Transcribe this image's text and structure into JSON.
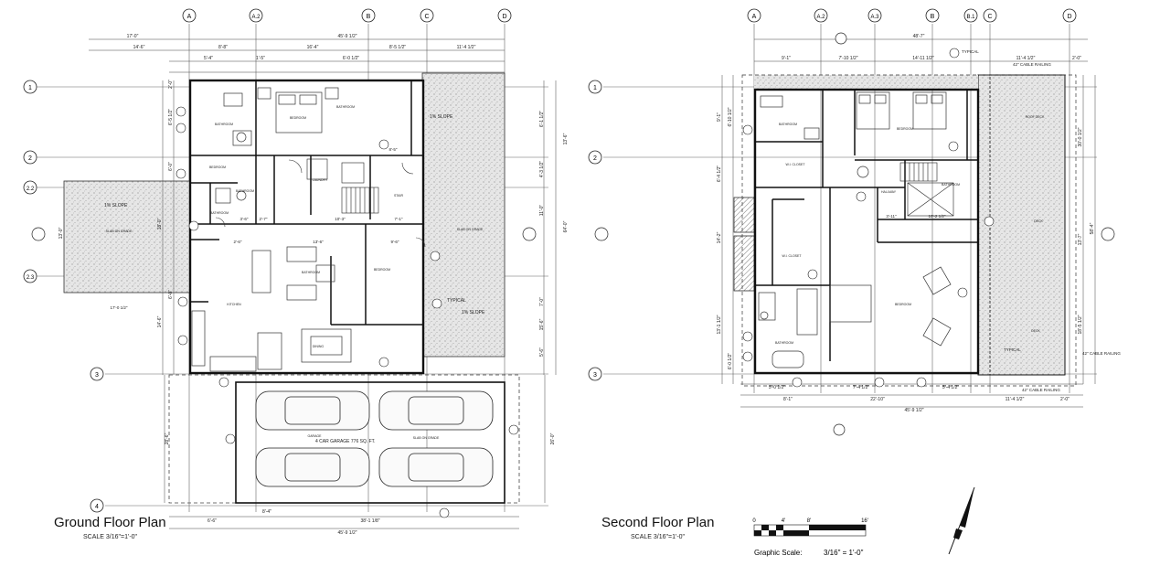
{
  "ground": {
    "title": "Ground Floor Plan",
    "scale": "SCALE 3/16\"=1'-0\"",
    "col_bubbles": [
      "A",
      "A.2",
      "B",
      "C",
      "D"
    ],
    "row_bubbles": [
      "1",
      "2",
      "2.2",
      "2.3",
      "3",
      "4"
    ],
    "dims_top": [
      "17'-0\"",
      "45'-9 1/2\"",
      "14'-6\"",
      "8'-8\"",
      "16'-4\"",
      "8'-5 1/2\"",
      "11'-4 1/2\"",
      "5'-4\"",
      "1'-5\"",
      "6'-0 1/2\""
    ],
    "dims_bottom": [
      "6'-6\"",
      "38'-1 1/8\"",
      "8'-4\"",
      "45'-9 1/2\""
    ],
    "dims_right": [
      "6'-1 1/2\"",
      "13'-6\"",
      "4'-3 1/2\"",
      "64'-0\"",
      "11'-0\"",
      "7'-0\"",
      "15'-6\"",
      "5'-6\"",
      "26'-0\""
    ],
    "dims_left": [
      "2'-0\"",
      "6'-5 1/2\"",
      "6'-0\"",
      "18'-0\"",
      "13'-0\"",
      "6'-0\"",
      "14'-6\"",
      "28'-6\""
    ],
    "slope_notes": [
      "1% SLOPE",
      "1% SLOPE",
      "1% SLOPE"
    ],
    "typical": "TYPICAL",
    "garage_note": "4 CAR GARAGE  776 SQ. FT.",
    "rooms": [
      "BATHROOM",
      "BEDROOM",
      "BATHROOM",
      "BEDROOM",
      "BATHROOM",
      "LAUNDRY",
      "STAIR",
      "BATHROOM",
      "KITCHEN",
      "BATHROOM",
      "BEDROOM",
      "DINING",
      "GARAGE",
      "SLAB ON GRADE",
      "SLAB ON GRADE",
      "SLAB ON GRADE"
    ],
    "dim_misc": [
      "13'-6\"",
      "9'-6\"",
      "2'-6\"",
      "3'-6\"",
      "2'-7\"",
      "7'-1\"",
      "10'-3\"",
      "8'-5\"",
      "17'-0 1/2\""
    ]
  },
  "second": {
    "title": "Second Floor Plan",
    "scale": "SCALE 3/16\"=1'-0\"",
    "col_bubbles": [
      "A",
      "A.2",
      "A.3",
      "B",
      "B.1",
      "C",
      "D"
    ],
    "row_bubbles": [
      "1",
      "2",
      "3"
    ],
    "dims_top": [
      "48'-7\"",
      "9'-1\"",
      "7'-10 1/2\"",
      "14'-11 1/2\"",
      "11'-4 1/2\"",
      "2'-0\""
    ],
    "dims_bottom": [
      "8'-1\"",
      "22'-10\"",
      "11'-4 1/2\"",
      "45'-9 1/2\"",
      "2'-0\"",
      "5'-0 1/2\"",
      "7'-4 1/2\"",
      "5'-4 1/2\""
    ],
    "dims_right": [
      "30'-0 1/2\"",
      "13'-7\"",
      "18'-5 1/2\"",
      "58'-4\""
    ],
    "dims_left": [
      "9'-1\"",
      "6'-10 1/2\"",
      "6'-4 1/2\"",
      "14'-2\"",
      "13'-1 1/2\"",
      "6'-0 1/2\""
    ],
    "cable_notes": [
      "42\" CABLE RAILING",
      "42\" CABLE RAILING",
      "42\" CABLE RAILING"
    ],
    "typical": [
      "TYPICAL",
      "TYPICAL"
    ],
    "rooms": [
      "BATHROOM",
      "BEDROOM",
      "W.I. CLOSET",
      "HALLWAY",
      "BATHROOM",
      "W.I. CLOSET",
      "BATHROOM",
      "BEDROOM",
      "ROOF DECK",
      "DECK",
      "DECK"
    ],
    "dim_misc": [
      "3'-11\"",
      "10'-2 1/2\""
    ]
  },
  "graphic_scale": {
    "ticks": [
      "0",
      "4'",
      "8'",
      "16'"
    ],
    "label": "Graphic Scale:",
    "value": "3/16\" = 1'-0\""
  }
}
